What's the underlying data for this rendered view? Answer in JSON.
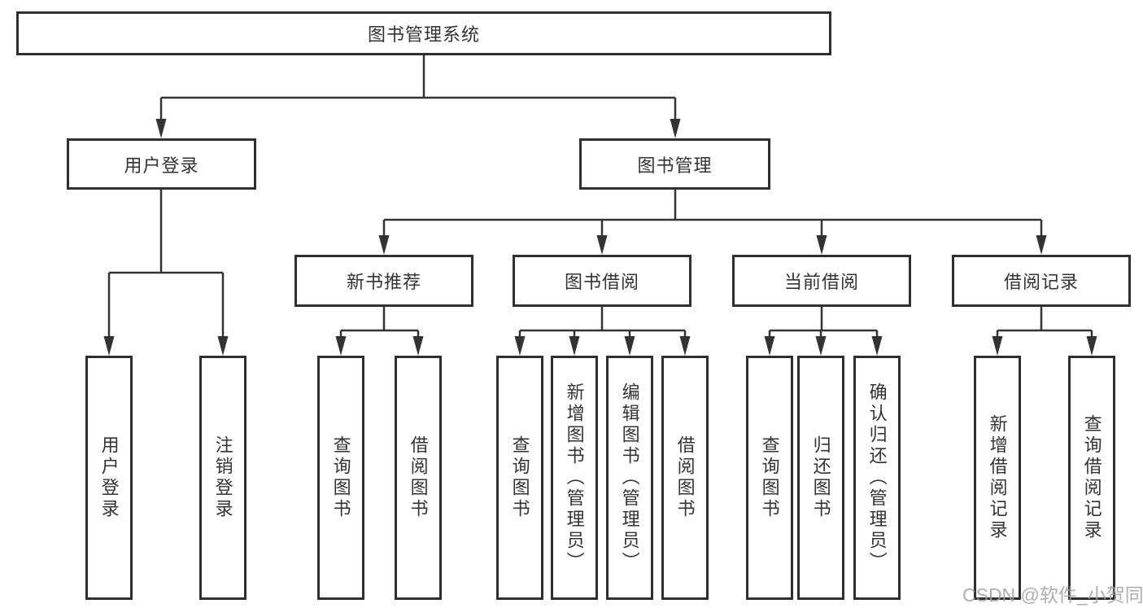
{
  "diagram": {
    "title": "图书管理系统",
    "nodes": {
      "root": {
        "label": "图书管理系统"
      },
      "level2": [
        {
          "id": "user-login",
          "label": "用户登录",
          "parent": "图书管理系统"
        },
        {
          "id": "book-management",
          "label": "图书管理",
          "parent": "图书管理系统"
        }
      ],
      "level3": [
        {
          "id": "new-book-recommend",
          "label": "新书推荐",
          "parent": "图书管理"
        },
        {
          "id": "book-borrowing",
          "label": "图书借阅",
          "parent": "图书管理"
        },
        {
          "id": "current-borrowing",
          "label": "当前借阅",
          "parent": "图书管理"
        },
        {
          "id": "borrow-records",
          "label": "借阅记录",
          "parent": "图书管理"
        }
      ],
      "leaves": [
        {
          "id": "leaf-user-login",
          "label": "用户登录",
          "parent": "用户登录"
        },
        {
          "id": "leaf-logout",
          "label": "注销登录",
          "parent": "用户登录"
        },
        {
          "id": "leaf-query-book-1",
          "label": "查询图书",
          "parent": "新书推荐"
        },
        {
          "id": "leaf-borrow-book-1",
          "label": "借阅图书",
          "parent": "新书推荐"
        },
        {
          "id": "leaf-query-book-2",
          "label": "查询图书",
          "parent": "图书借阅"
        },
        {
          "id": "leaf-add-book-admin",
          "label": "新增图书（管理员）",
          "parent": "图书借阅"
        },
        {
          "id": "leaf-edit-book-admin",
          "label": "编辑图书（管理员）",
          "parent": "图书借阅"
        },
        {
          "id": "leaf-borrow-book-2",
          "label": "借阅图书",
          "parent": "图书借阅"
        },
        {
          "id": "leaf-query-book-3",
          "label": "查询图书",
          "parent": "当前借阅"
        },
        {
          "id": "leaf-return-book",
          "label": "归还图书",
          "parent": "当前借阅"
        },
        {
          "id": "leaf-confirm-return-admin",
          "label": "确认归还（管理员）",
          "parent": "当前借阅"
        },
        {
          "id": "leaf-add-borrow-record",
          "label": "新增借阅记录",
          "parent": "借阅记录"
        },
        {
          "id": "leaf-query-borrow-record",
          "label": "查询借阅记录",
          "parent": "借阅记录"
        }
      ]
    },
    "watermark": "CSDN @软件_小贺同学",
    "colors": {
      "line": "#333333",
      "box_border": "#2f2f2f",
      "text": "#333333",
      "watermark": "#a0a0a0",
      "background": "#ffffff"
    }
  }
}
